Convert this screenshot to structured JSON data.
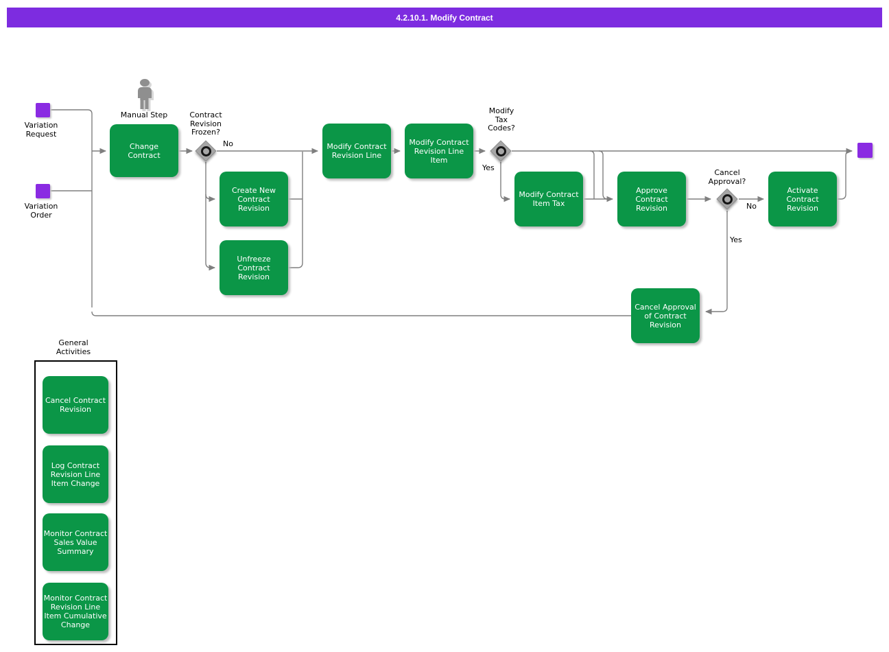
{
  "title": "4.2.10.1. Modify Contract",
  "colors": {
    "title_bg": "#7d2ce0",
    "activity_green": "#0b9647",
    "event_purple": "#8a2be2",
    "connector_gray": "#808080",
    "decision_gray": "#a6a6a6"
  },
  "events": {
    "variation_request": {
      "label": "Variation\nRequest"
    },
    "variation_order": {
      "label": "Variation\nOrder"
    }
  },
  "manual_step": {
    "label": "Manual Step"
  },
  "activities": {
    "change_contract": "Change\nContract",
    "create_new_contract_revision": "Create New\nContract\nRevision",
    "unfreeze_contract_revision": "Unfreeze\nContract\nRevision",
    "modify_contract_revision_line": "Modify Contract\nRevision Line",
    "modify_contract_revision_line_item": "Modify Contract\nRevision Line\nItem",
    "modify_contract_item_tax": "Modify Contract\nItem Tax",
    "approve_contract_revision": "Approve\nContract\nRevision",
    "activate_contract_revision": "Activate\nContract\nRevision",
    "cancel_approval_of_contract_revision": "Cancel Approval\nof Contract\nRevision"
  },
  "decisions": {
    "contract_revision_frozen": {
      "label": "Contract\nRevision\nFrozen?",
      "no": "No"
    },
    "modify_tax_codes": {
      "label": "Modify\nTax\nCodes?",
      "yes": "Yes"
    },
    "cancel_approval": {
      "label": "Cancel\nApproval?",
      "no": "No",
      "yes": "Yes"
    }
  },
  "general_activities": {
    "header": "General\nActivities",
    "items": [
      "Cancel Contract\nRevision",
      "Log Contract\nRevision Line\nItem Change",
      "Monitor Contract\nSales Value\nSummary",
      "Monitor Contract\nRevision Line\nItem Cumulative\nChange"
    ]
  }
}
